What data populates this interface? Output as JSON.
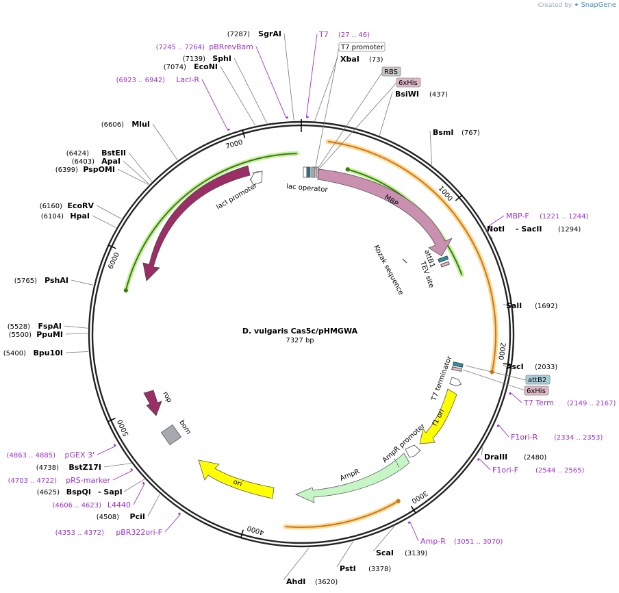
{
  "credit": {
    "prefix": "Created by",
    "brand": "SnapGene"
  },
  "plasmid": {
    "name": "D. vulgaris Cas5c/pHMGWA",
    "size_label": "7327 bp",
    "length": 7327
  },
  "ring_ticks": [
    "1000",
    "2000",
    "3000",
    "4000",
    "5000",
    "6000",
    "7000"
  ],
  "enzymes": [
    {
      "pos": "(7287)",
      "name": "SgrAI"
    },
    {
      "pos": "(73)",
      "name": "XbaI"
    },
    {
      "pos": "(437)",
      "name": "BsiWI"
    },
    {
      "pos": "(767)",
      "name": "BsmI"
    },
    {
      "pos": "(1294)",
      "name": "NotI",
      "name2": "SacII"
    },
    {
      "pos": "(1692)",
      "name": "SalI"
    },
    {
      "pos": "(2033)",
      "name": "AscI"
    },
    {
      "pos": "(2480)",
      "name": "DraIII"
    },
    {
      "pos": "(3139)",
      "name": "ScaI"
    },
    {
      "pos": "(3378)",
      "name": "PstI"
    },
    {
      "pos": "(3620)",
      "name": "AhdI"
    },
    {
      "pos": "(4508)",
      "name": "PciI"
    },
    {
      "pos": "(4625)",
      "name": "BspQI",
      "name2": "SapI"
    },
    {
      "pos": "(4738)",
      "name": "BstZ17I"
    },
    {
      "pos": "(5400)",
      "name": "Bpu10I"
    },
    {
      "pos": "(5500)",
      "name": "PpuMI"
    },
    {
      "pos": "(5528)",
      "name": "FspAI"
    },
    {
      "pos": "(5765)",
      "name": "PshAI"
    },
    {
      "pos": "(6104)",
      "name": "HpaI"
    },
    {
      "pos": "(6160)",
      "name": "EcoRV"
    },
    {
      "pos": "(6399)",
      "name": "PspOMI"
    },
    {
      "pos": "(6403)",
      "name": "ApaI"
    },
    {
      "pos": "(6424)",
      "name": "BstEII"
    },
    {
      "pos": "(6606)",
      "name": "MluI"
    },
    {
      "pos": "(7074)",
      "name": "EcoNI"
    },
    {
      "pos": "(7139)",
      "name": "SphI"
    }
  ],
  "primers": [
    {
      "name": "T7",
      "range": "(27 .. 46)"
    },
    {
      "name": "pBRrevBam",
      "range": "(7245 .. 7264)"
    },
    {
      "name": "LacI-R",
      "range": "(6923 .. 6942)"
    },
    {
      "name": "MBP-F",
      "range": "(1221 .. 1244)"
    },
    {
      "name": "T7 Term",
      "range": "(2149 .. 2167)"
    },
    {
      "name": "F1ori-R",
      "range": "(2334 .. 2353)"
    },
    {
      "name": "F1ori-F",
      "range": "(2544 .. 2565)"
    },
    {
      "name": "Amp-R",
      "range": "(3051 .. 3070)"
    },
    {
      "name": "pBR322ori-F",
      "range": "(4353 .. 4372)"
    },
    {
      "name": "L4440",
      "range": "(4606 .. 4623)"
    },
    {
      "name": "pRS-marker",
      "range": "(4703 .. 4722)"
    },
    {
      "name": "pGEX 3'",
      "range": "(4863 .. 4885)"
    }
  ],
  "boxed_labels": [
    {
      "text": "T7 promoter",
      "fill": "#ffffff"
    },
    {
      "text": "RBS",
      "fill": "#c8c8c8"
    },
    {
      "text": "6xHis",
      "fill": "#e0b8c8"
    },
    {
      "text": "attB2",
      "fill": "#a8d0dc"
    },
    {
      "text": "6xHis",
      "fill": "#e0b8c8"
    }
  ],
  "features": [
    {
      "name": "lac operator"
    },
    {
      "name": "MBP"
    },
    {
      "name": "attB1"
    },
    {
      "name": "TEV site"
    },
    {
      "name": "Kozak sequence"
    },
    {
      "name": "T7 terminator"
    },
    {
      "name": "f1 ori"
    },
    {
      "name": "AmpR promoter"
    },
    {
      "name": "AmpR"
    },
    {
      "name": "ori"
    },
    {
      "name": "bom"
    },
    {
      "name": "rop"
    },
    {
      "name": "lacI"
    },
    {
      "name": "lacI promoter"
    }
  ],
  "colors": {
    "MBP": "#c990b0",
    "lacI": "#9b2e66",
    "rop": "#9b2e66",
    "ori": "#ffff00",
    "f1_ori": "#ffff00",
    "AmpR": "#c6f5c6",
    "bom": "#a6a9b0",
    "orf_arc": "#3a7a10",
    "orf_glow": "#c8f0a0",
    "orange_arc": "#c87a20",
    "orange_glow": "#ffd890",
    "attB": "#3a8fa0",
    "primer": "#9b30c8"
  }
}
